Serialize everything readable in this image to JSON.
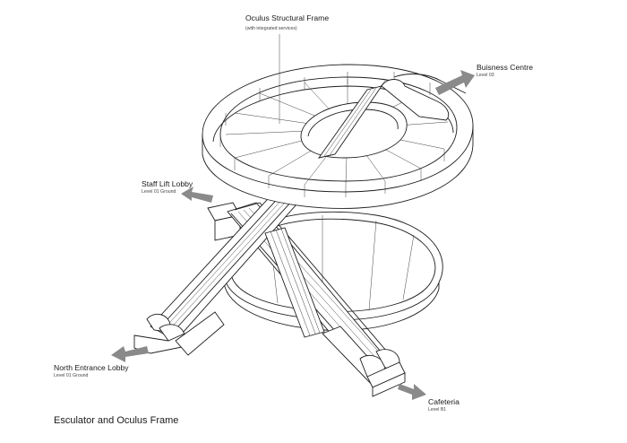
{
  "labels": {
    "oculus": {
      "title": "Oculus Structural Frame",
      "subtitle": "(with integrated services)"
    },
    "business": {
      "title": "Buisness Centre",
      "subtitle": "Level 03"
    },
    "staff": {
      "title": "Staff Lift Lobby",
      "subtitle": "Level 01 Ground"
    },
    "north": {
      "title": "North Entrance Lobby",
      "subtitle": "Level 01 Ground"
    },
    "cafeteria": {
      "title": "Cafeteria",
      "subtitle": "Level B1"
    }
  },
  "caption": "Esculator and Oculus Frame",
  "colors": {
    "line": "#1e1e1e",
    "arrow": "#8a8a8a",
    "background": "#ffffff"
  }
}
